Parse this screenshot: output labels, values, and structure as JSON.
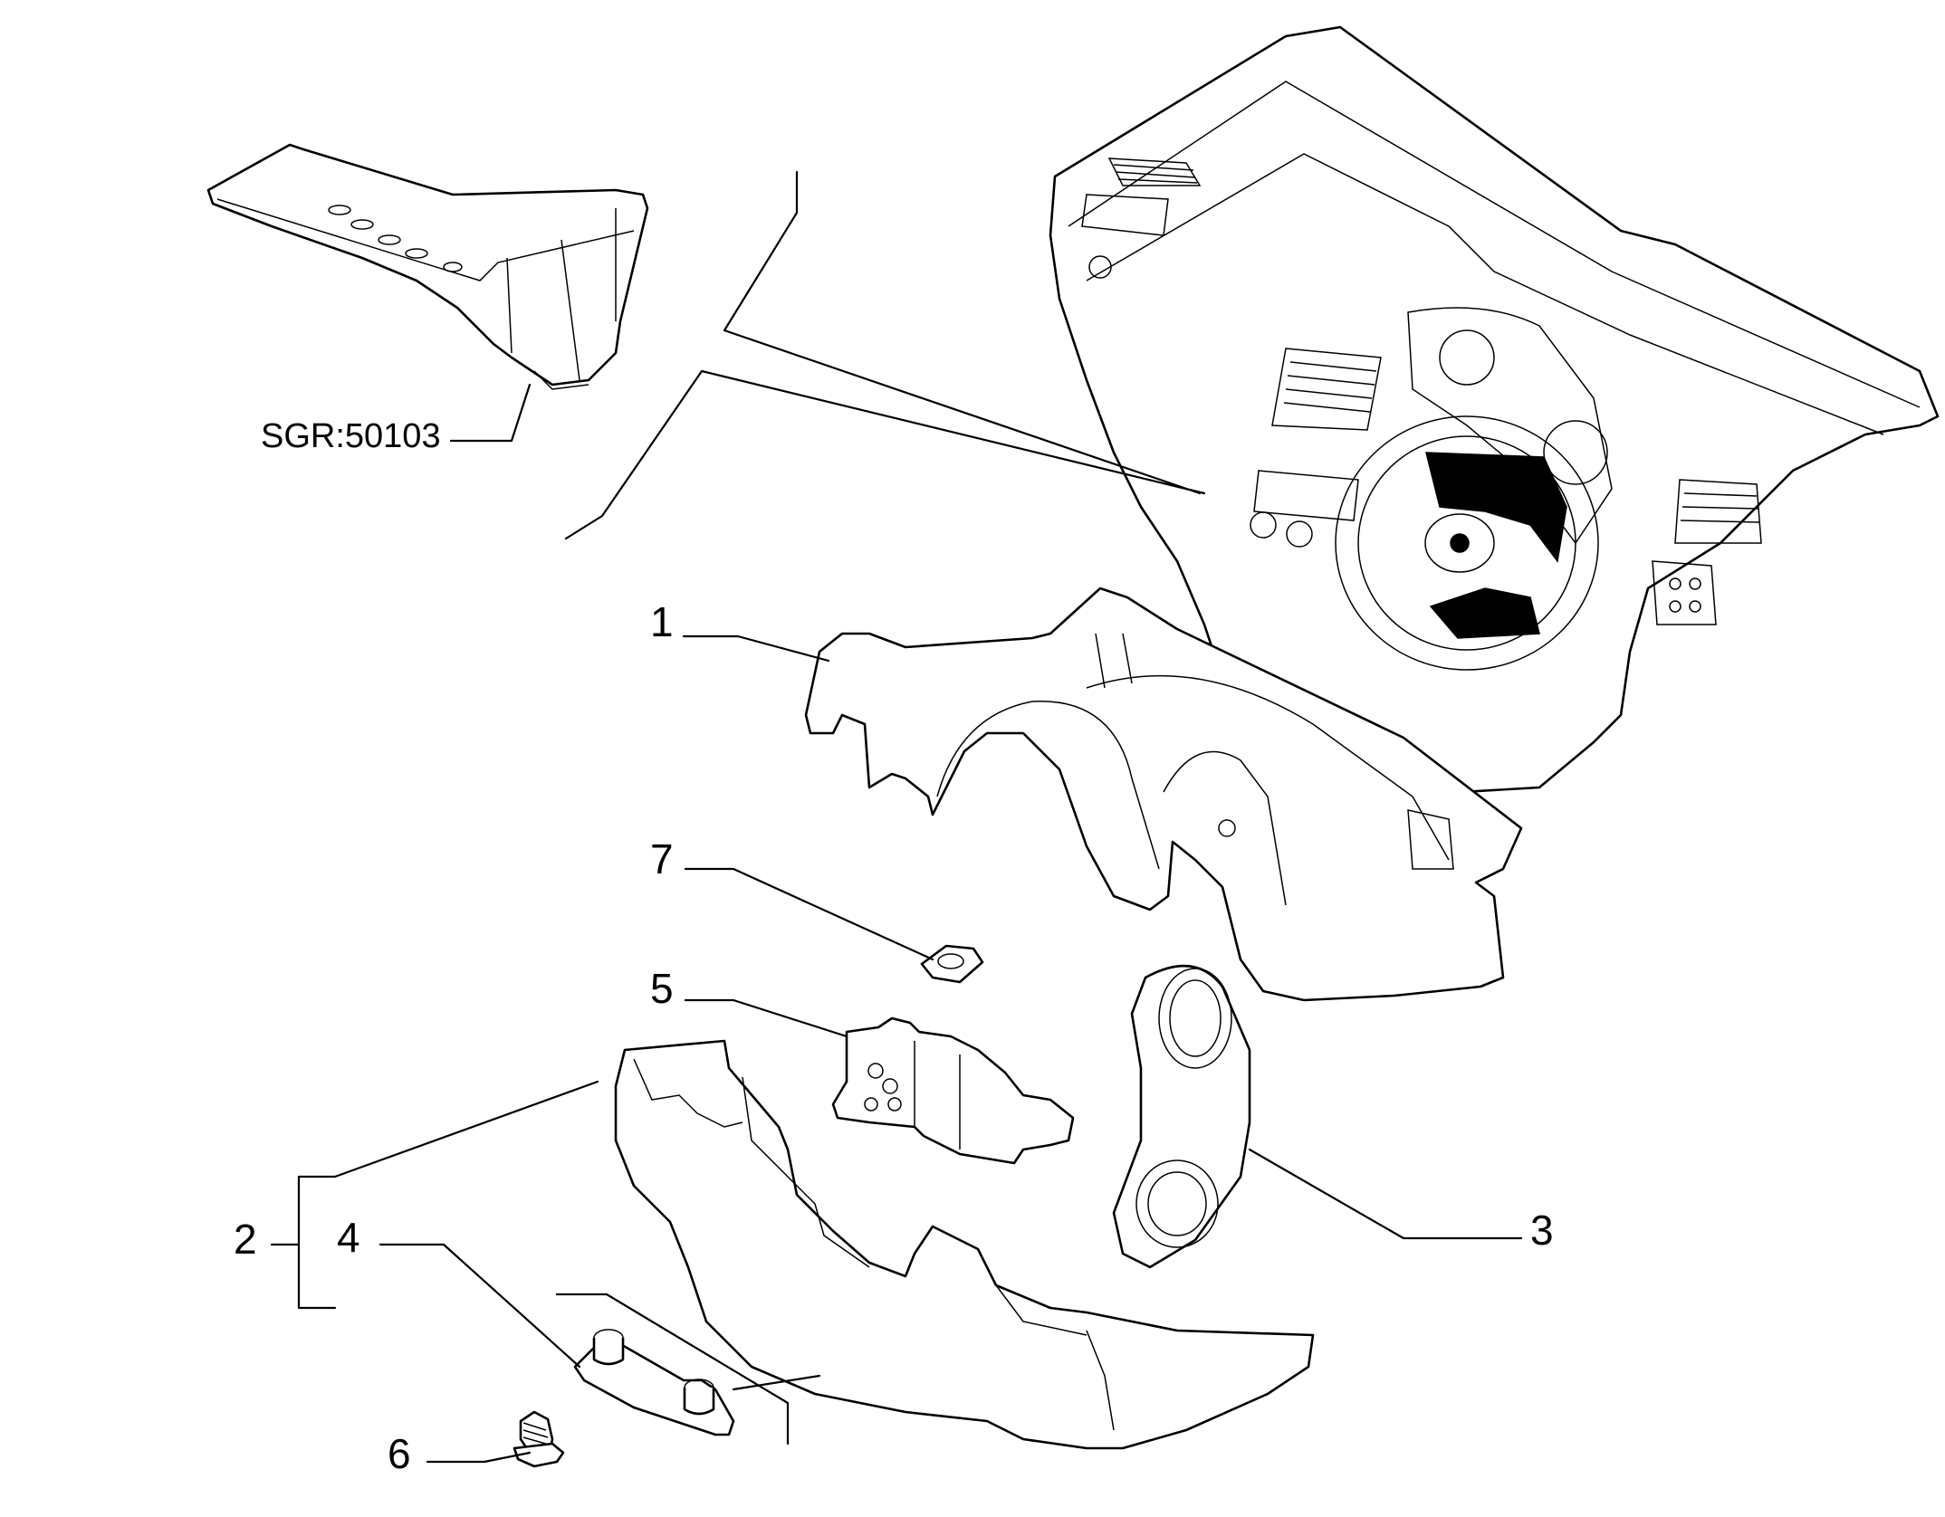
{
  "callouts": {
    "part_1": "1",
    "part_2": "2",
    "part_3": "3",
    "part_4": "4",
    "part_5": "5",
    "part_6": "6",
    "part_7": "7"
  },
  "reference": {
    "group_code": "SGR:50103"
  },
  "colors": {
    "line": "#000000",
    "background": "#ffffff"
  }
}
